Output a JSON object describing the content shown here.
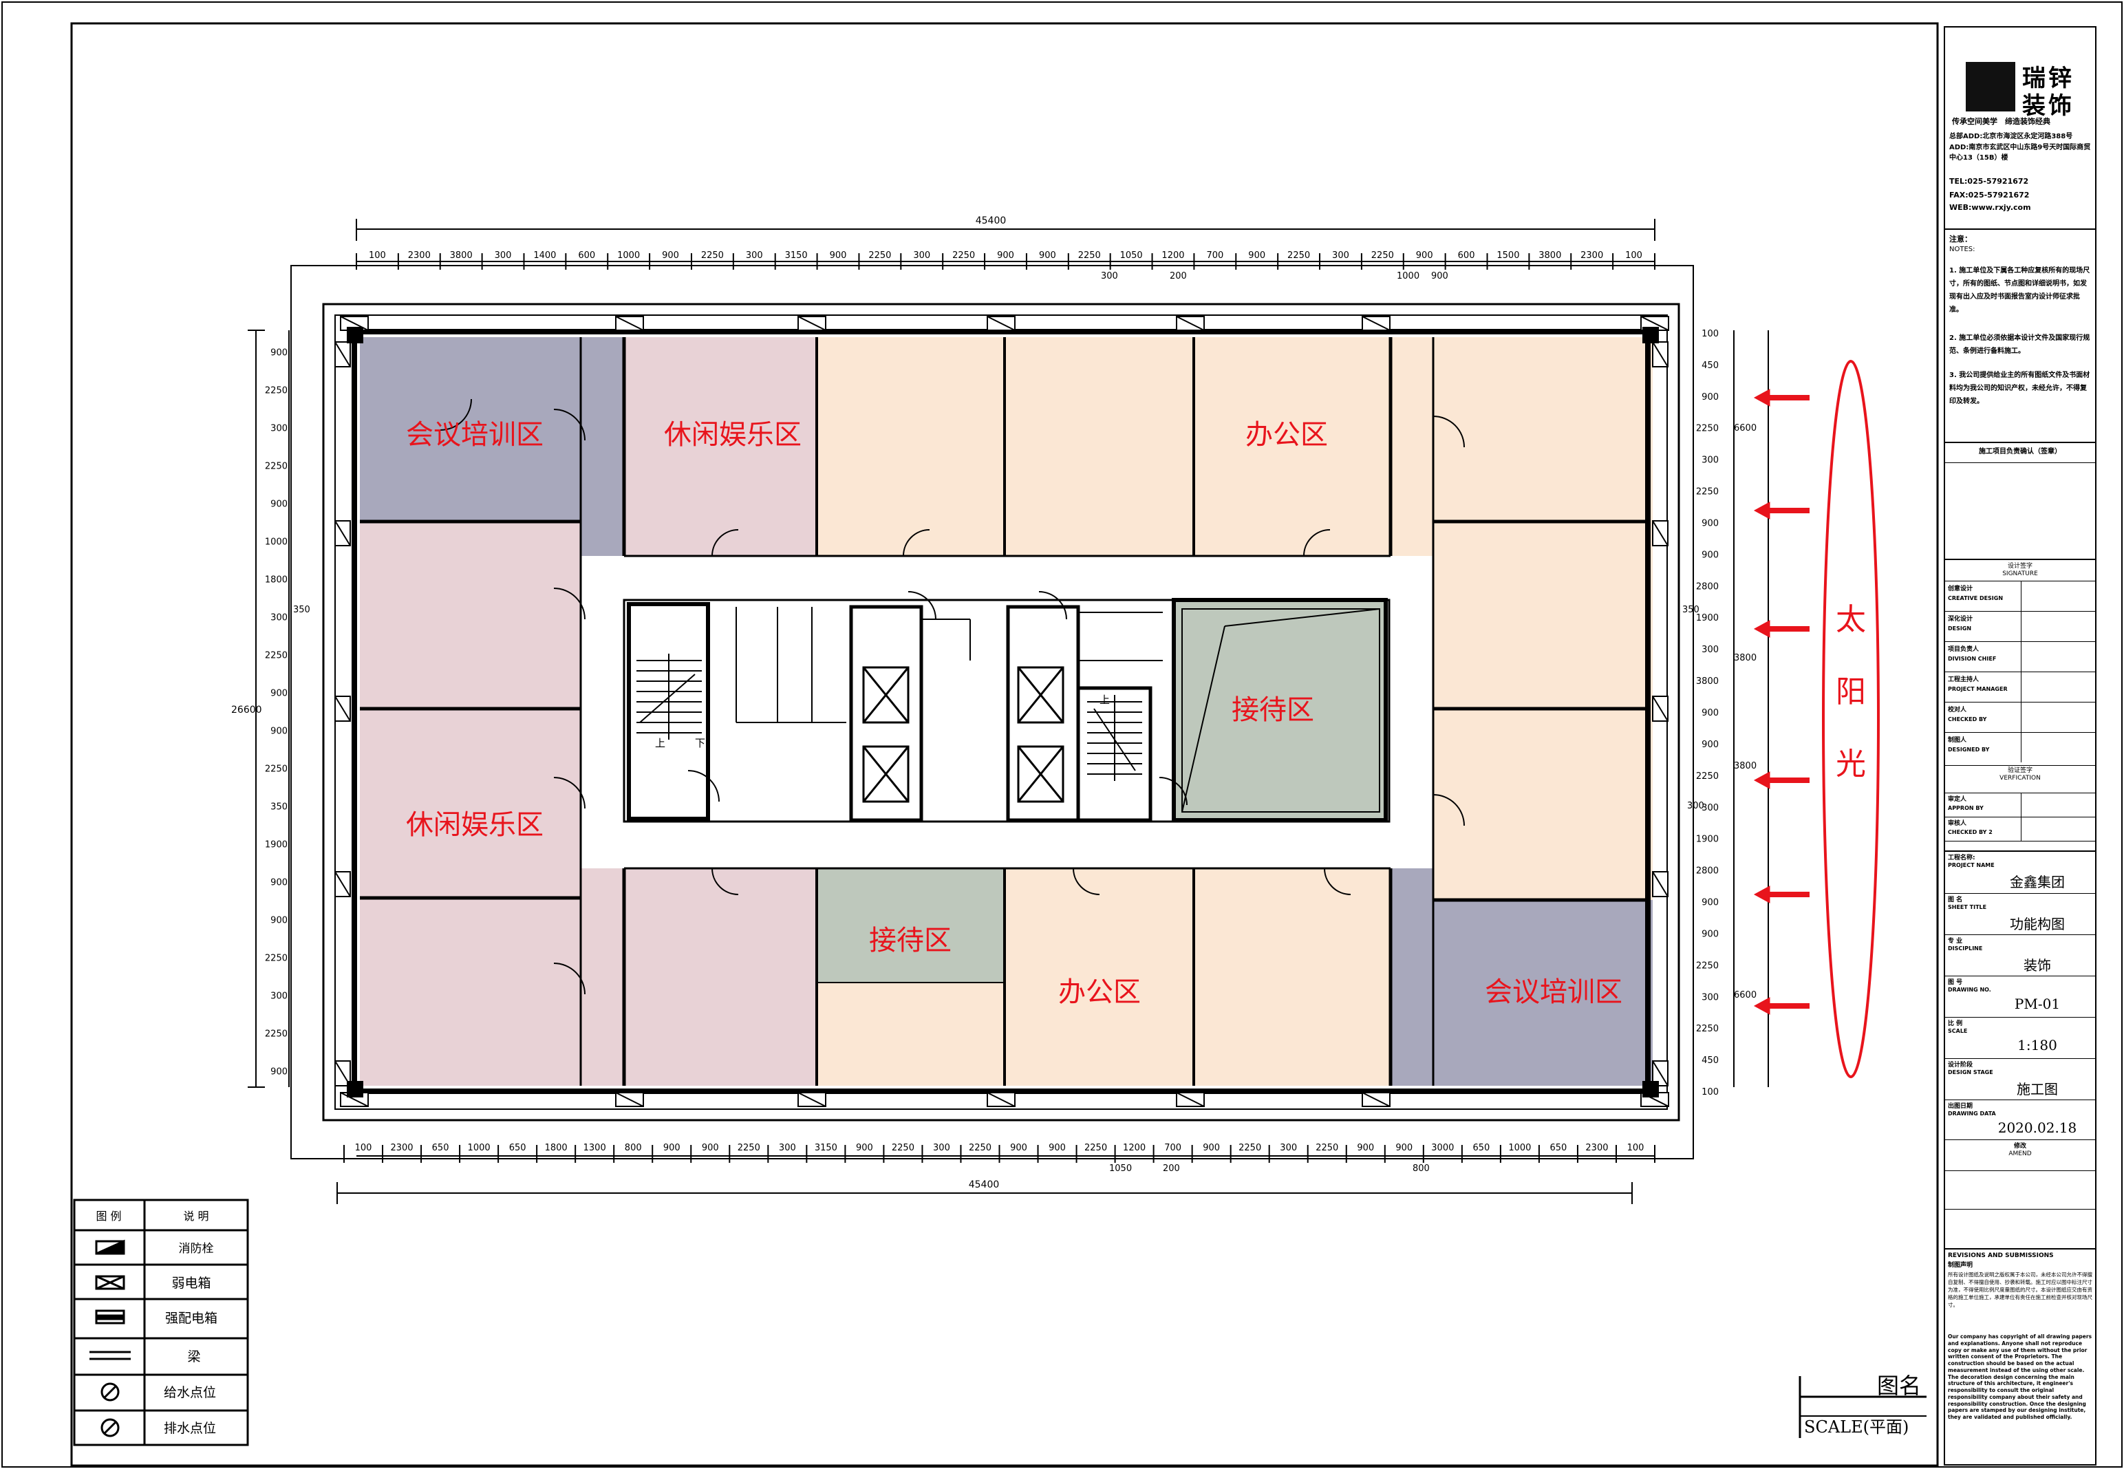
{
  "plan": {
    "overall_width_top": "45400",
    "overall_width_bottom": "45400",
    "overall_height_left": "26600",
    "top_dims": [
      "100",
      "2300",
      "3800",
      "300",
      "1400",
      "600",
      "1000",
      "900",
      "2250",
      "300",
      "3150",
      "900",
      "2250",
      "300",
      "2250",
      "900",
      "900",
      "2250",
      "1050",
      "1200",
      "700",
      "900",
      "2250",
      "300",
      "2250",
      "900",
      "600",
      "1500",
      "3800",
      "2300",
      "100"
    ],
    "top_dims_2": [
      "300",
      "200",
      "1000",
      "900"
    ],
    "bottom_dims": [
      "100",
      "2300",
      "650",
      "1000",
      "650",
      "1800",
      "1300",
      "800",
      "900",
      "900",
      "2250",
      "300",
      "3150",
      "900",
      "2250",
      "300",
      "2250",
      "900",
      "900",
      "2250",
      "1200",
      "700",
      "900",
      "2250",
      "300",
      "2250",
      "900",
      "900",
      "3000",
      "650",
      "1000",
      "650",
      "2300",
      "100"
    ],
    "bottom_dims_2": [
      "1050",
      "200",
      "800"
    ],
    "left_dims": [
      "900",
      "2250",
      "300",
      "2250",
      "900",
      "1000",
      "1800",
      "300",
      "2250",
      "900",
      "900",
      "2250",
      "350",
      "1900",
      "900",
      "900",
      "2250",
      "300",
      "2250",
      "900"
    ],
    "left_mid": "350",
    "right_dims": [
      "100",
      "450",
      "900",
      "2250",
      "300",
      "2250",
      "900",
      "900",
      "2800",
      "1900",
      "300",
      "3800",
      "900",
      "900",
      "2250",
      "300",
      "1900",
      "2800",
      "900",
      "900",
      "2250",
      "300",
      "2250",
      "450",
      "100"
    ],
    "right_big": [
      "6600",
      "3800",
      "3800",
      "6600"
    ],
    "right_mid": [
      "350",
      "300"
    ],
    "stair_up": "上",
    "stair_down": "下",
    "stair_up_2": "上"
  },
  "rooms": [
    {
      "label": "会议培训区"
    },
    {
      "label": "休闲娱乐区"
    },
    {
      "label": "办公区"
    },
    {
      "label": "接待区"
    },
    {
      "label": "休闲娱乐区"
    },
    {
      "label": "接待区"
    },
    {
      "label": "办公区"
    },
    {
      "label": "会议培训区"
    }
  ],
  "sunlight": {
    "chars": [
      "太",
      "阳",
      "光"
    ],
    "color": "#e8141c"
  },
  "colors": {
    "meeting": "#a8a8bc",
    "leisure": "#e8d2d6",
    "office": "#fbe7d4",
    "reception": "#bec8bc",
    "label": "#e8141c"
  },
  "legend": {
    "header_symbol": "图 例",
    "header_desc": "说 明",
    "rows": [
      {
        "icon": "fire-hydrant-icon",
        "desc": "消防栓"
      },
      {
        "icon": "weak-box-icon",
        "desc": "弱电箱"
      },
      {
        "icon": "strong-box-icon",
        "desc": "强配电箱"
      },
      {
        "icon": "beam-icon",
        "desc": "梁"
      },
      {
        "icon": "water-supply-icon",
        "desc": "给水点位"
      },
      {
        "icon": "drain-icon",
        "desc": "排水点位"
      }
    ]
  },
  "title_block": {
    "logo_line1": "瑞锌",
    "logo_line2": "装饰",
    "slogan": "传承空间美学　缔造装饰经典",
    "address1": "总部ADD:北京市海淀区永定河路388号",
    "address2": "ADD:南京市玄武区中山东路9号天时国际商贸中心13（15B）楼",
    "tel": "TEL:025-57921672",
    "fax": "FAX:025-57921672",
    "web": "WEB:www.rxjy.com",
    "notes_title": "注意：",
    "notes_title_en": "NOTES:",
    "notes": [
      "1. 施工单位及下属各工种应复核所有的现场尺寸，所有的图纸、节点图和详细说明书，如发现有出入应及时书面报告室内设计师征求批准。",
      "2. 施工单位必须依据本设计文件及国家现行规范、条例进行备料施工。",
      "3. 我公司提供给业主的所有图纸文件及书面材料均为我公司的知识产权，未经允许，不得复印及转发。"
    ],
    "confirm": "施工项目负责确认（签章）",
    "sig_title": "设计签字",
    "sig_title_en": "SIGNATURE",
    "sig_rows": [
      {
        "cn": "创意设计",
        "en": "CREATIVE DESIGN"
      },
      {
        "cn": "深化设计",
        "en": "DESIGN"
      },
      {
        "cn": "项目负责人",
        "en": "DIVISION CHIEF"
      },
      {
        "cn": "工程主持人",
        "en": "PROJECT MANAGER"
      },
      {
        "cn": "校对人",
        "en": "CHECKED BY"
      },
      {
        "cn": "制图人",
        "en": "DESIGNED BY"
      }
    ],
    "verify_title": "验证签字",
    "verify_title_en": "VERFICATION",
    "verify_rows": [
      {
        "cn": "审定人",
        "en": "APPRON BY"
      },
      {
        "cn": "审核人",
        "en": "CHECKED BY 2"
      }
    ],
    "info_rows": [
      {
        "cn": "工程名称:",
        "en": "PROJECT NAME",
        "value": "金鑫集团"
      },
      {
        "cn": "图 名",
        "en": "SHEET TITLE",
        "value": "功能构图"
      },
      {
        "cn": "专 业",
        "en": "DISCIPLINE",
        "value": "装饰"
      },
      {
        "cn": "图 号",
        "en": "DRAWING NO.",
        "value": "PM-01"
      },
      {
        "cn": "比 例",
        "en": "SCALE",
        "value": "1:180"
      },
      {
        "cn": "设计阶段",
        "en": "DESIGN STAGE",
        "value": "施工图"
      },
      {
        "cn": "出图日期",
        "en": "DRAWING DATA",
        "value": "2020.02.18"
      }
    ],
    "amend_cn": "修改",
    "amend_en": "AMEND",
    "revisions_title": "REVISIONS AND SUBMISSIONS",
    "statement_title": "制图声明",
    "statement_cn": "所有设计图纸及说明之版权属于本公司，未经本公司允许不得擅自复制、不得擅自使用、抄袭和转载。施工时应以图中标注尺寸为准，不得使用比例尺度量图纸的尺寸。本设计图纸应交由有资格的施工单位施工，承建单位有责任在施工前检查并核对现场尺寸。",
    "statement_en": "Our company has copyright of all drawing papers and explanations. Anyone shall not reproduce copy or make any use of them without the prior written consent of the Proprietors. The construction should be based on the actual measurement instead of the using other scale. The decoration design concerning the main structure of this architecture, it engineer's responsibility to consult the original responsibility company about their safety and responsibility construction. Once the designing papers are stamped by our designing institute, they are validated and published officially."
  },
  "footer": {
    "drawing_name": "图名",
    "scale_label": "SCALE(平面)"
  }
}
